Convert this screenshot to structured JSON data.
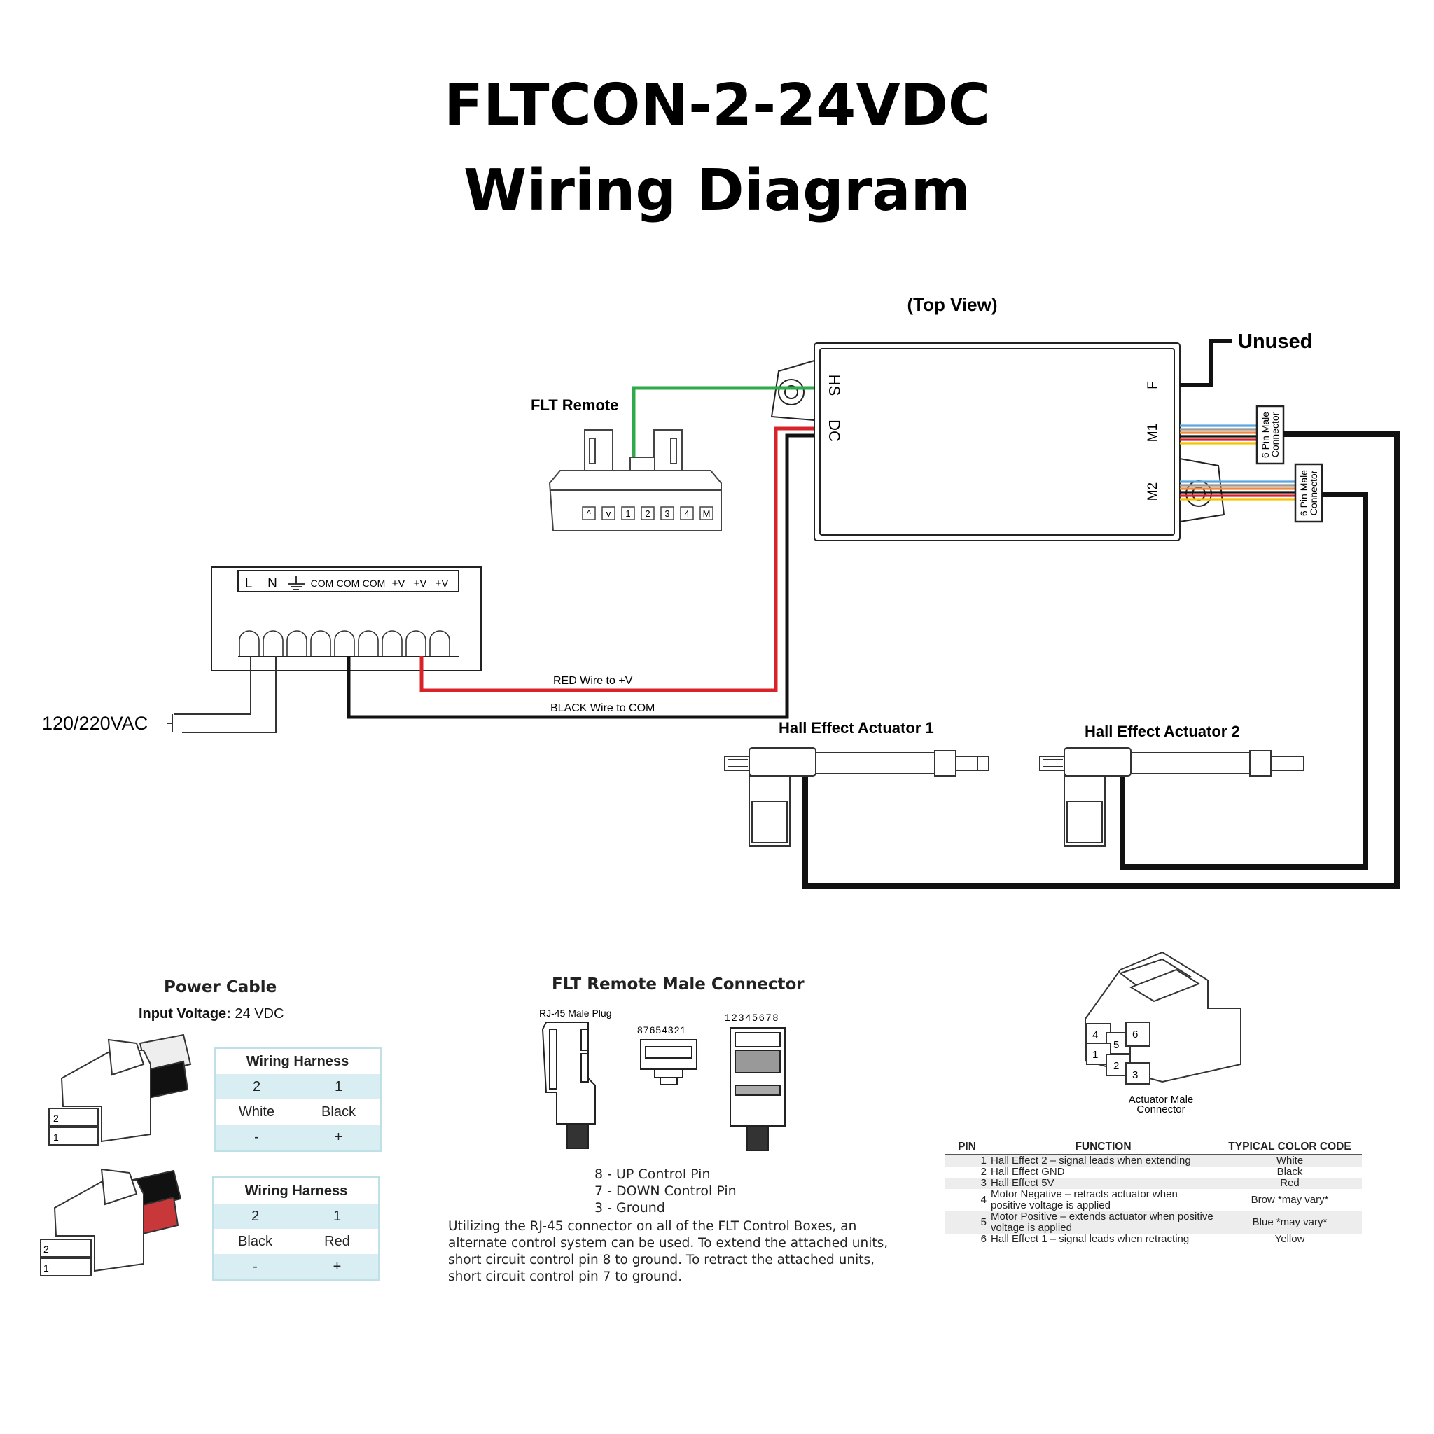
{
  "title": {
    "line1": "FLTCON-2-24VDC",
    "line2": "Wiring Diagram"
  },
  "control_box": {
    "view_label": "(Top View)",
    "ports": {
      "hs": "HS",
      "dc": "DC",
      "f": "F",
      "m1": "M1",
      "m2": "M2"
    },
    "unused_label": "Unused",
    "connector_label_top": "6 Pin Male",
    "connector_label_bottom": "Connector"
  },
  "remote": {
    "label": "FLT Remote",
    "buttons": [
      "^",
      "v",
      "1",
      "2",
      "3",
      "4",
      "M"
    ]
  },
  "power_supply": {
    "terminals": [
      "L",
      "N",
      "COM",
      "COM",
      "COM",
      "+V",
      "+V",
      "+V"
    ],
    "input_label": "120/220VAC",
    "red_wire_label": "RED Wire to +V",
    "black_wire_label": "BLACK Wire to COM"
  },
  "actuators": [
    {
      "label": "Hall Effect Actuator 1"
    },
    {
      "label": "Hall Effect Actuator  2"
    }
  ],
  "power_cable": {
    "heading": "Power Cable",
    "input_voltage_label": "Input Voltage:",
    "input_voltage_value": " 24 VDC",
    "harnesses": [
      {
        "title": "Wiring Harness",
        "pins": [
          "2",
          "1"
        ],
        "colors": [
          "White",
          "Black"
        ],
        "polarity": [
          "-",
          "+"
        ]
      },
      {
        "title": "Wiring Harness",
        "pins": [
          "2",
          "1"
        ],
        "colors": [
          "Black",
          "Red"
        ],
        "polarity": [
          "-",
          "+"
        ]
      }
    ],
    "pin_marks": [
      "2",
      "1"
    ]
  },
  "rj45": {
    "heading": "FLT Remote  Male Connector",
    "plug_label": "RJ-45 Male Plug",
    "pin_order_rev": "87654321",
    "pin_order": "12345678",
    "pins": [
      "8 - UP Control Pin",
      "7 - DOWN Control Pin",
      "3 - Ground"
    ],
    "note": "Utilizing the RJ-45 connector on all of the FLT Control Boxes, an alternate control system can be used. To extend the attached units, short circuit control pin 8 to ground. To retract the attached units, short circuit control pin 7 to ground."
  },
  "actuator_connector": {
    "label_line1": "Actuator Male",
    "label_line2": "Connector",
    "pin_numbers": [
      "4",
      "5",
      "6",
      "1",
      "2",
      "3"
    ],
    "table": {
      "headers": [
        "PIN",
        "FUNCTION",
        "TYPICAL COLOR CODE"
      ],
      "rows": [
        {
          "pin": "1",
          "function": "Hall Effect 2 – signal leads when extending",
          "color": "White"
        },
        {
          "pin": "2",
          "function": "Hall Effect GND",
          "color": "Black"
        },
        {
          "pin": "3",
          "function": "Hall Effect 5V",
          "color": "Red"
        },
        {
          "pin": "4",
          "function": "Motor Negative – retracts actuator when positive voltage is applied",
          "color": "Brow  *may vary*"
        },
        {
          "pin": "5",
          "function": "Motor Positive – extends actuator when positive voltage is applied",
          "color": "Blue  *may vary*"
        },
        {
          "pin": "6",
          "function": "Hall Effect 1 – signal leads when retracting",
          "color": "Yellow"
        }
      ]
    }
  },
  "colors": {
    "red_wire": "#d9232a",
    "green_wire": "#2eaa4a",
    "black_wire": "#111111"
  }
}
